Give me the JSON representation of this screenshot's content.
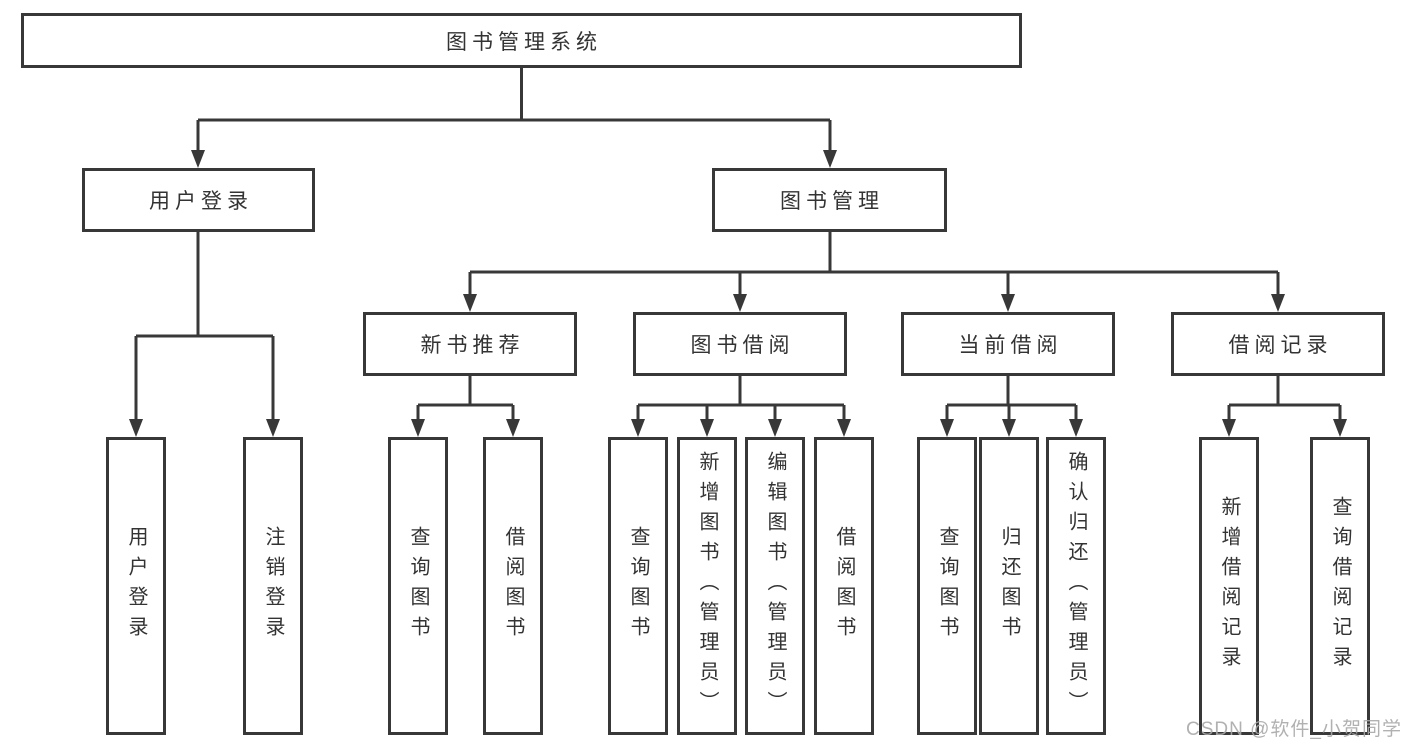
{
  "nodes": {
    "root": "图书管理系统",
    "user_login": "用户登录",
    "book_mgmt": "图书管理",
    "new_rec": "新书推荐",
    "borrow": "图书借阅",
    "current": "当前借阅",
    "records": "借阅记录",
    "leaf_login": "用户登录",
    "leaf_logout": "注销登录",
    "leaf_nr_query": "查询图书",
    "leaf_nr_borrow": "借阅图书",
    "leaf_bw_query": "查询图书",
    "leaf_bw_add": "新增图书（管理员）",
    "leaf_bw_edit": "编辑图书（管理员）",
    "leaf_bw_borrow": "借阅图书",
    "leaf_cu_query": "查询图书",
    "leaf_cu_return": "归还图书",
    "leaf_cu_confirm": "确认归还（管理员）",
    "leaf_re_add": "新增借阅记录",
    "leaf_re_query": "查询借阅记录"
  },
  "hierarchy": {
    "图书管理系统": {
      "用户登录": [
        "用户登录",
        "注销登录"
      ],
      "图书管理": {
        "新书推荐": [
          "查询图书",
          "借阅图书"
        ],
        "图书借阅": [
          "查询图书",
          "新增图书（管理员）",
          "编辑图书（管理员）",
          "借阅图书"
        ],
        "当前借阅": [
          "查询图书",
          "归还图书",
          "确认归还（管理员）"
        ],
        "借阅记录": [
          "新增借阅记录",
          "查询借阅记录"
        ]
      }
    }
  },
  "watermark": {
    "text": "CSDN @软件_小贺同学",
    "color": "#a8a8a8"
  },
  "colors": {
    "line": "#383838",
    "text": "#333333",
    "background": "#ffffff"
  }
}
